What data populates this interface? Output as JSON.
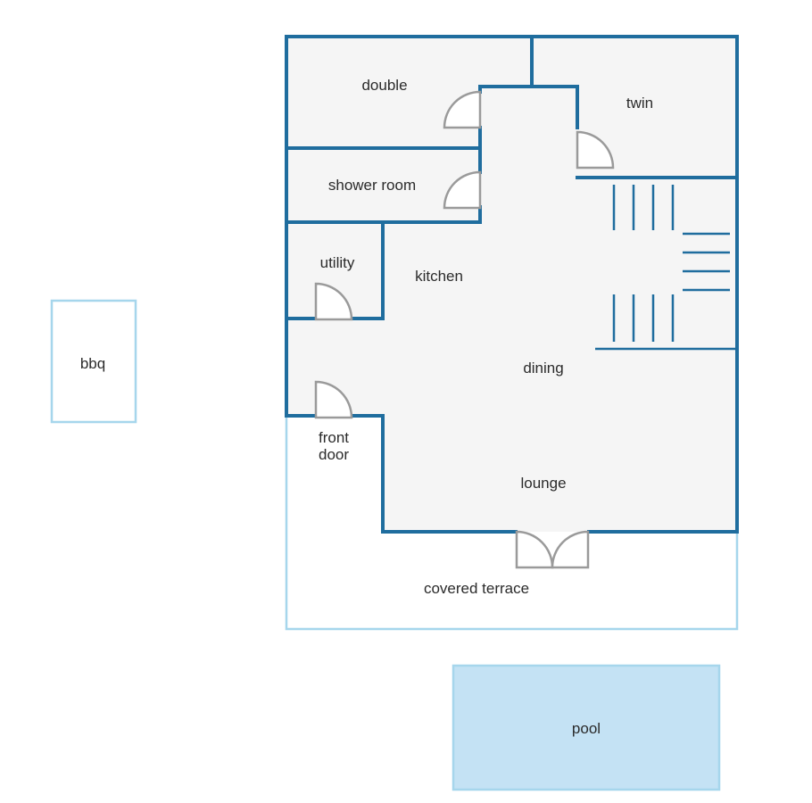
{
  "labels": {
    "double": "double",
    "twin": "twin",
    "shower_room": "shower room",
    "utility": "utility",
    "kitchen": "kitchen",
    "dining": "dining",
    "front_door_line1": "front",
    "front_door_line2": "door",
    "lounge": "lounge",
    "covered_terrace": "covered terrace",
    "bbq": "bbq",
    "pool": "pool"
  },
  "colors": {
    "wall": "#1f6d9e",
    "outline": "#a6d6ec",
    "floor": "#f5f5f5",
    "pool_fill": "#c4e2f4",
    "door": "#9a9a9a"
  }
}
